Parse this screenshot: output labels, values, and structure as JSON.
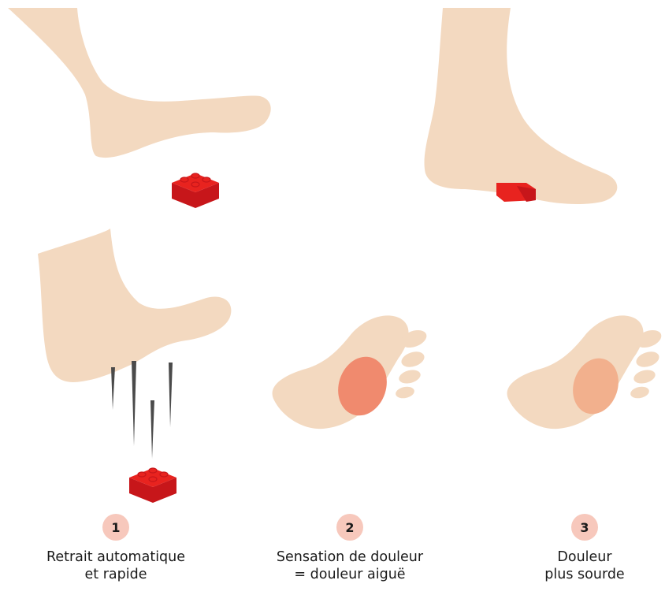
{
  "colors": {
    "skin": "#f3d9c0",
    "brick_top": "#e8231f",
    "brick_side": "#c7161a",
    "spark": "#4a4a4a",
    "pain_acute": "#f08a6e",
    "pain_dull": "#f2b08d",
    "badge": "#f7c8bc"
  },
  "steps": [
    {
      "number": "1",
      "line1": "Retrait automatique",
      "line2": "et rapide"
    },
    {
      "number": "2",
      "line1": "Sensation de douleur",
      "line2": "= douleur aiguë"
    },
    {
      "number": "3",
      "line1": "Douleur",
      "line2": "plus sourde"
    }
  ]
}
